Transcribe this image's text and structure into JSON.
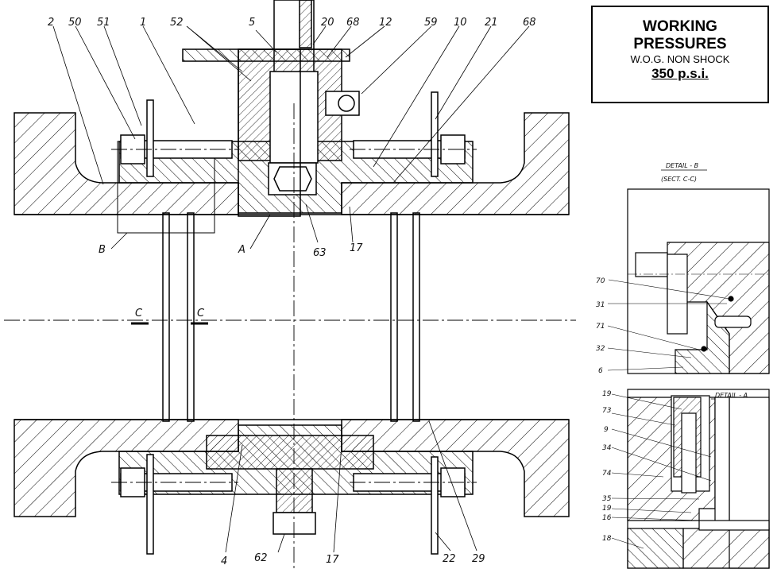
{
  "pressure_box": {
    "line1": "WORKING",
    "line2": "PRESSURES",
    "line3": "W.O.G. NON SHOCK",
    "line4": "350 p.s.i."
  },
  "main_view": {
    "callouts": {
      "c2": "2",
      "c50": "50",
      "c51": "51",
      "c1": "1",
      "c52": "52",
      "c5": "5",
      "c20": "20",
      "c68a": "68",
      "c12": "12",
      "c59": "59",
      "c10": "10",
      "c21": "21",
      "c68b": "68",
      "cB": "B",
      "cA": "A",
      "c63": "63",
      "c17a": "17",
      "cC1": "C",
      "cC2": "C",
      "c4": "4",
      "c62": "62",
      "c17b": "17",
      "c22": "22",
      "c29": "29"
    }
  },
  "detail_b": {
    "title": "DETAIL - B",
    "subtitle": "(SECT. C-C)",
    "callouts": {
      "c70": "70",
      "c31": "31",
      "c71": "71",
      "c32": "32",
      "c6": "6"
    }
  },
  "detail_a": {
    "title": "DETAIL - A",
    "callouts": {
      "c19a": "19",
      "c73": "73",
      "c9": "9",
      "c34": "34",
      "c74": "74",
      "c35": "35",
      "c19b": "19",
      "c16": "16",
      "c18": "18"
    }
  },
  "colors": {
    "line": "#000000",
    "background": "#ffffff"
  }
}
